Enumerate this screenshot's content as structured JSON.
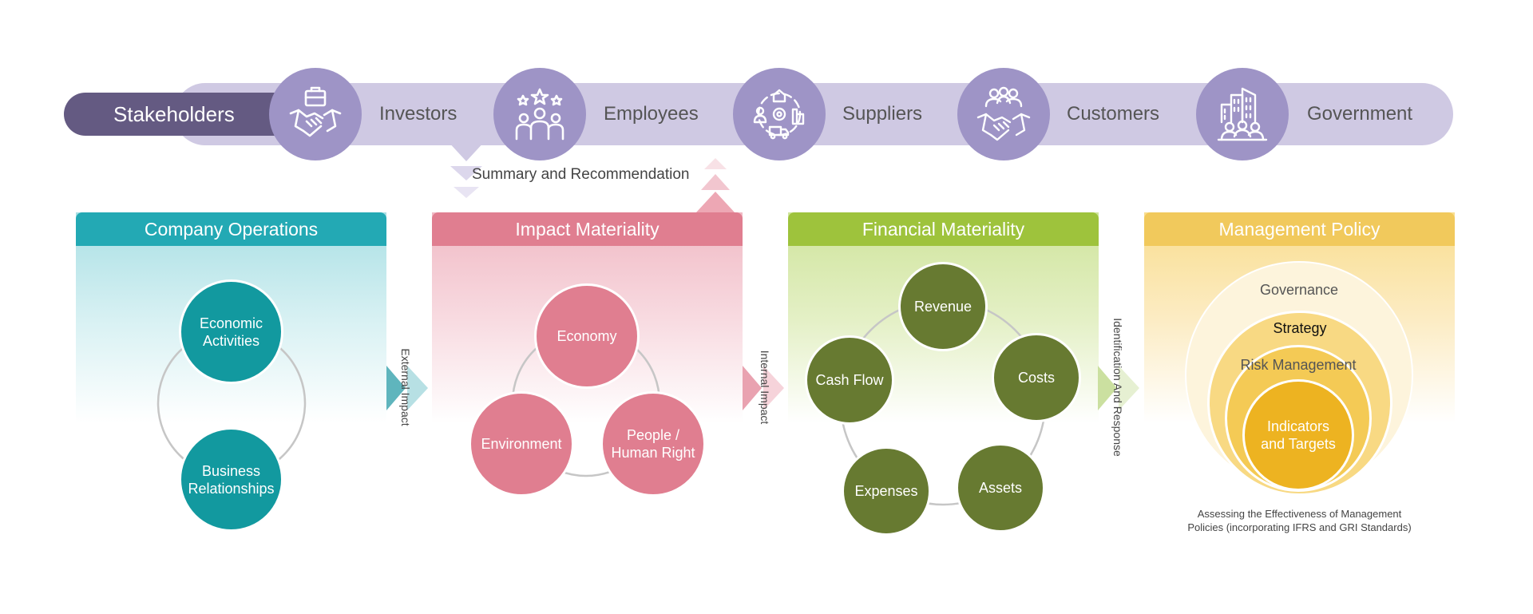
{
  "stakeholders": {
    "title": "Stakeholders",
    "items": [
      {
        "label": "Investors",
        "icon": "handshake-briefcase-icon"
      },
      {
        "label": "Employees",
        "icon": "employees-stars-icon"
      },
      {
        "label": "Suppliers",
        "icon": "supply-chain-icon"
      },
      {
        "label": "Customers",
        "icon": "customer-handshake-icon"
      },
      {
        "label": "Government",
        "icon": "government-building-icon"
      }
    ]
  },
  "flow": {
    "summary": "Summary and Recommendation",
    "external_impact": "External Impact",
    "internal_impact": "Internal Impact",
    "identification": "Identification And Response"
  },
  "panels": {
    "company_operations": {
      "title": "Company Operations",
      "nodes": [
        "Economic Activities",
        "Business Relationships"
      ]
    },
    "impact_materiality": {
      "title": "Impact Materiality",
      "nodes": [
        "Economy",
        "Environment",
        "People / Human Right"
      ]
    },
    "financial_materiality": {
      "title": "Financial Materiality",
      "nodes": [
        "Revenue",
        "Costs",
        "Assets",
        "Expenses",
        "Cash Flow"
      ]
    },
    "management_policy": {
      "title": "Management Policy",
      "layers": [
        "Governance",
        "Strategy",
        "Risk Management",
        "Indicators and Targets"
      ],
      "note_line1": "Assessing the Effectiveness of Management",
      "note_line2": "Policies (incorporating IFRS and GRI Standards)"
    }
  },
  "colors": {
    "teal": "#23a9b4",
    "pink": "#e07e90",
    "green": "#9ec33c",
    "olive": "#677a31",
    "gold": "#f1c95c",
    "purple_dark": "#645a82",
    "purple": "#9e94c6",
    "purple_light": "#cfc9e3"
  }
}
